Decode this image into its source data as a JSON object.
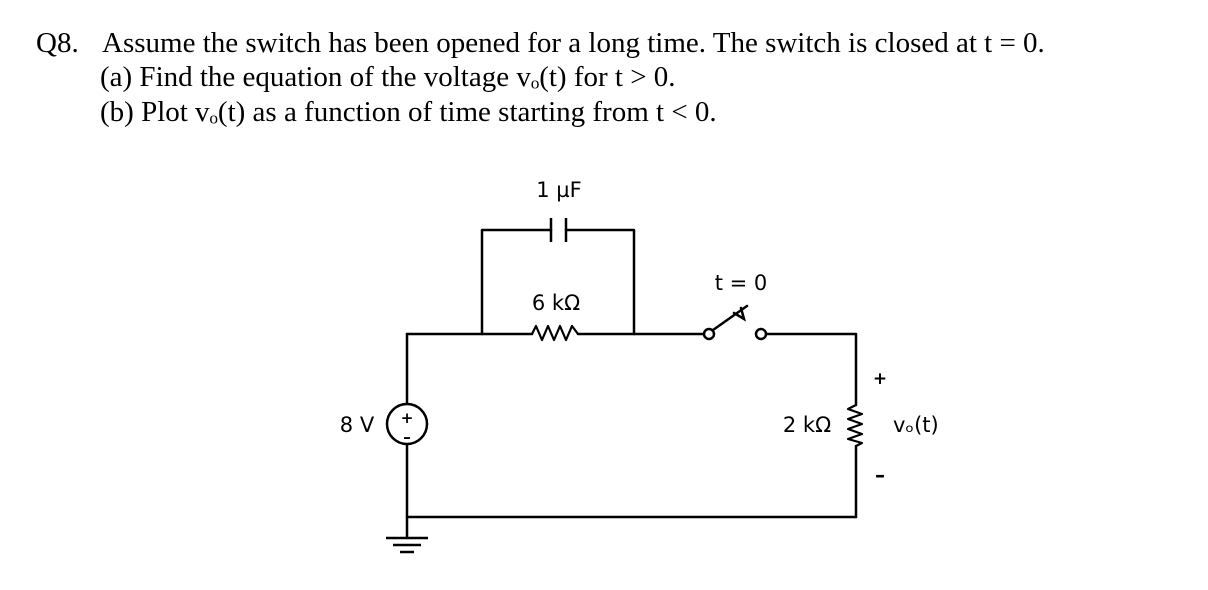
{
  "question": {
    "number": "Q8.",
    "statement": "Assume the switch has been opened for a long time. The switch is closed at t = 0.",
    "part_a": "(a) Find the equation of the voltage vₒ(t) for t > 0.",
    "part_b": "(b) Plot vₒ(t) as a function of time starting from t < 0."
  },
  "circuit": {
    "capacitor_label": "1 µF",
    "resistor_6k_label": "6 kΩ",
    "switch_label": "t = 0",
    "source_label": "8 V",
    "resistor_2k_label": "2 kΩ",
    "output_plus": "+",
    "output_minus": "–",
    "output_label": "vₒ(t)",
    "source_plus": "+",
    "source_minus": "–"
  }
}
